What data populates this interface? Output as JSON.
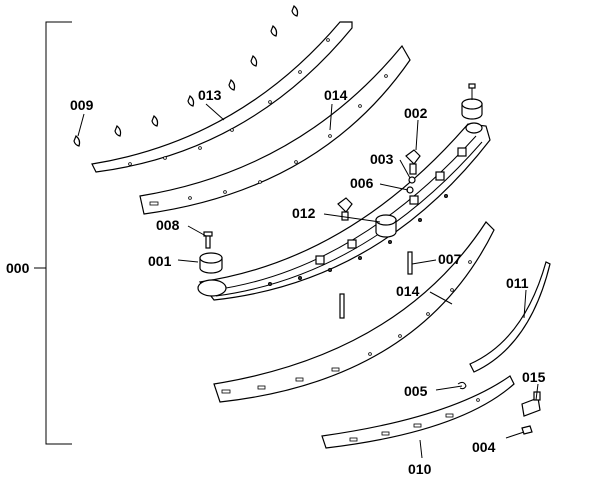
{
  "diagram": {
    "labels": {
      "p000": "000",
      "p001": "001",
      "p002": "002",
      "p003": "003",
      "p004": "004",
      "p005": "005",
      "p006": "006",
      "p007": "007",
      "p008": "008",
      "p009": "009",
      "p010": "010",
      "p011": "011",
      "p012": "012",
      "p013": "013",
      "p014a": "014",
      "p014b": "014",
      "p015": "015"
    },
    "colors": {
      "line": "#000000",
      "background": "#ffffff"
    }
  }
}
